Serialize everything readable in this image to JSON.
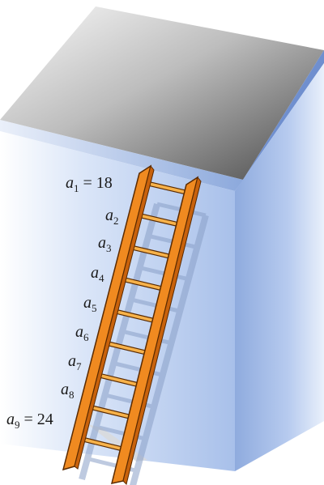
{
  "figure": {
    "labels": [
      {
        "symbol": "a",
        "index": "1",
        "value": "18"
      },
      {
        "symbol": "a",
        "index": "2",
        "value": ""
      },
      {
        "symbol": "a",
        "index": "3",
        "value": ""
      },
      {
        "symbol": "a",
        "index": "4",
        "value": ""
      },
      {
        "symbol": "a",
        "index": "5",
        "value": ""
      },
      {
        "symbol": "a",
        "index": "6",
        "value": ""
      },
      {
        "symbol": "a",
        "index": "7",
        "value": ""
      },
      {
        "symbol": "a",
        "index": "8",
        "value": ""
      },
      {
        "symbol": "a",
        "index": "9",
        "value": "24"
      }
    ],
    "colors": {
      "wall_front": "#c9d9f3",
      "wall_side": "#a9bfe8",
      "roof_dark": "#5a5a5a",
      "roof_light": "#f2f2f2",
      "roof_edge": "#8fa9d9",
      "ladder_rail": "#f08a20",
      "ladder_outline": "#5a2a00",
      "rung": "#f7b24a",
      "shadow": "#d8d8d8"
    }
  }
}
